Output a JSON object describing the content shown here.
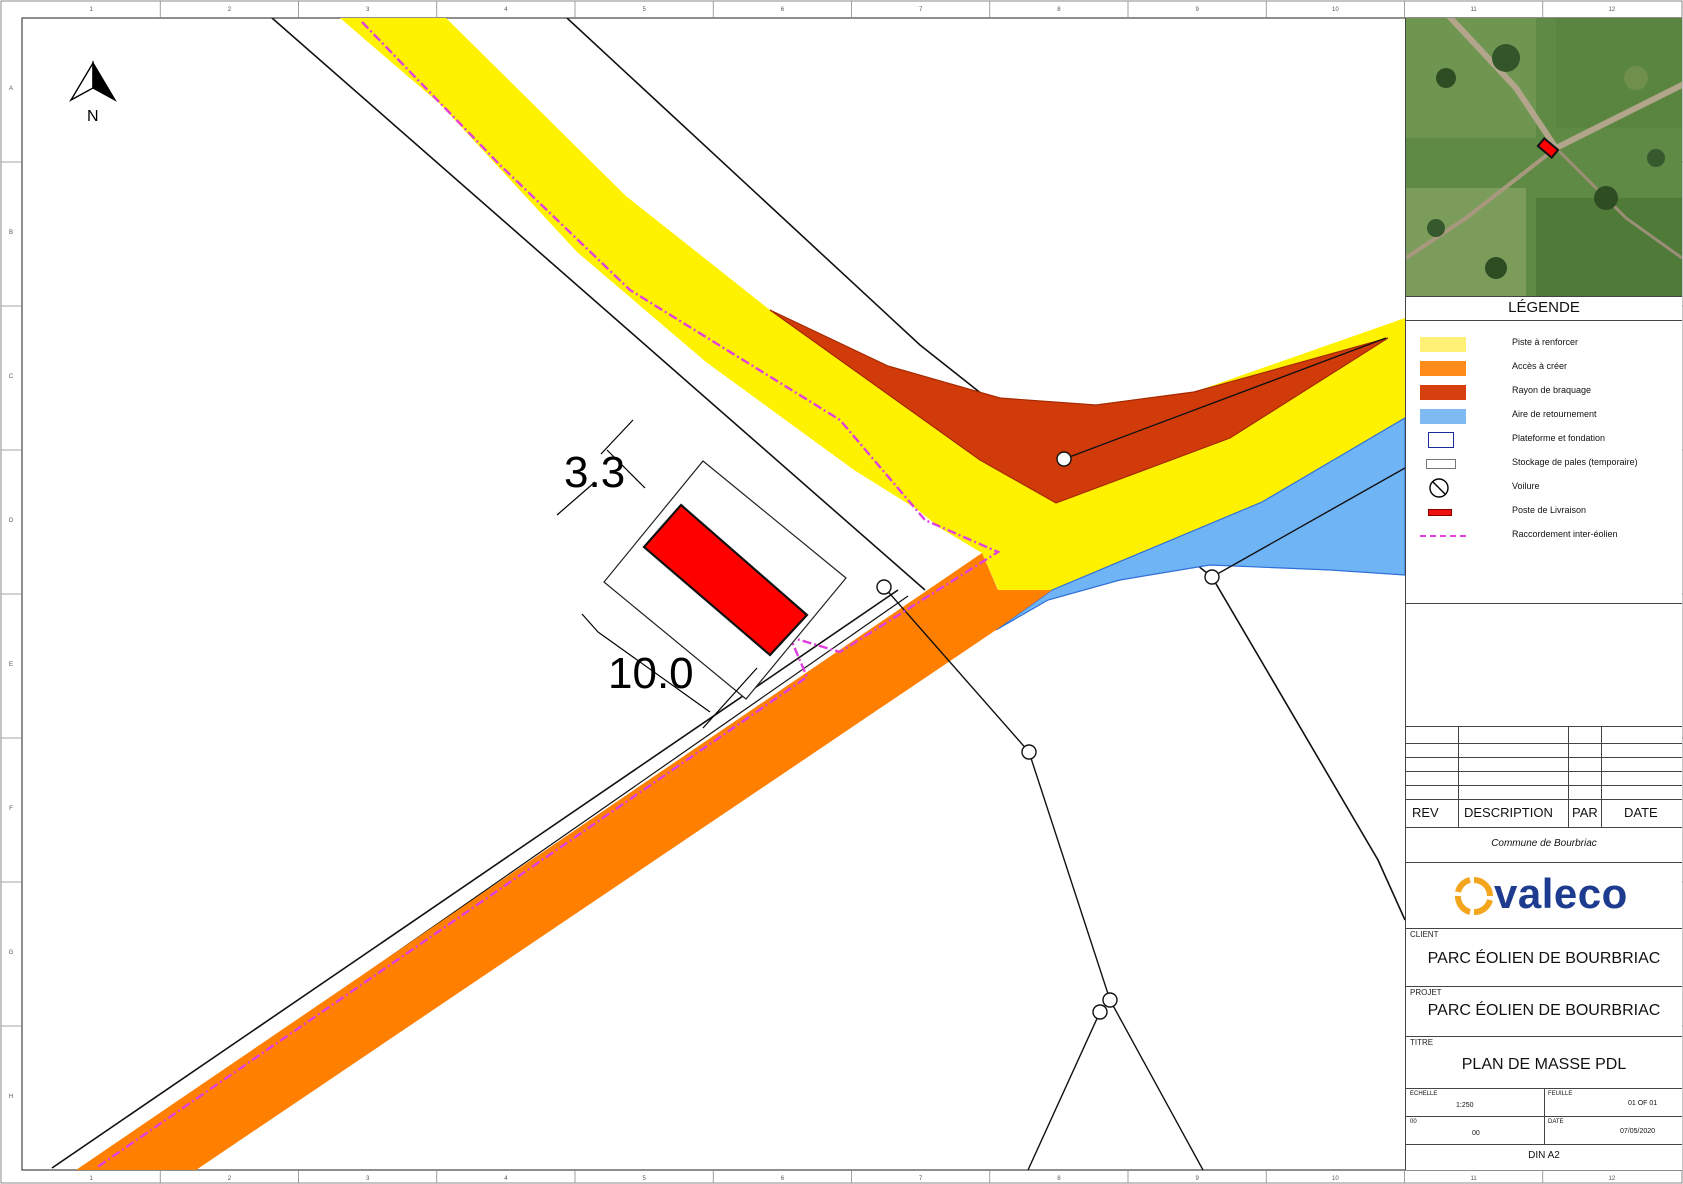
{
  "drawing": {
    "north_label": "N",
    "dimensions": {
      "width_label": "3.3",
      "length_label": "10.0"
    },
    "ruler": {
      "columns": [
        "1",
        "2",
        "3",
        "4",
        "5",
        "6",
        "7",
        "8",
        "9",
        "10",
        "11",
        "12"
      ],
      "rows": [
        "A",
        "B",
        "C",
        "D",
        "E",
        "F",
        "G",
        "H"
      ]
    },
    "colors": {
      "piste": "#fff200",
      "acces": "#ff7f00",
      "rayon": "#d13b0a",
      "aire": "#6fb4f5",
      "pdl": "#ff0000",
      "cable": "#e040e0"
    }
  },
  "legend": {
    "title": "LÉGENDE",
    "items": [
      {
        "label": "Piste à renforcer",
        "swatch": "yellow",
        "color": "#fff176"
      },
      {
        "label": "Accès à créer",
        "swatch": "orange",
        "color": "#ff8c1a"
      },
      {
        "label": "Rayon de braquage",
        "swatch": "red-brown",
        "color": "#d6400f"
      },
      {
        "label": "Aire de retournement",
        "swatch": "light-blue",
        "color": "#7fbaf2"
      },
      {
        "label": "Plateforme et fondation",
        "swatch": "blue-outline-box",
        "color": "#1a2a9c"
      },
      {
        "label": "Stockage de pales (temporaire)",
        "swatch": "grey-outline-box",
        "color": "#777777"
      },
      {
        "label": "Voilure",
        "swatch": "circle-slash-icon",
        "color": "#000000"
      },
      {
        "label": "Poste de Livraison",
        "swatch": "red-bar",
        "color": "#ee1111"
      },
      {
        "label": "Raccordement inter-éolien",
        "swatch": "magenta-dashed",
        "color": "#e040e0"
      }
    ]
  },
  "revision_table": {
    "headers": [
      "REV",
      "DESCRIPTION",
      "PAR",
      "DATE"
    ]
  },
  "title_block": {
    "commune": "Commune de Bourbriac",
    "logo_text": "valeco",
    "client_label": "CLIENT",
    "client": "PARC ÉOLIEN DE BOURBRIAC",
    "projet_label": "PROJET",
    "projet": "PARC ÉOLIEN DE BOURBRIAC",
    "titre_label": "TITRE",
    "titre": "PLAN DE MASSE PDL",
    "echelle_label": "ECHELLE",
    "echelle": "1:250",
    "feuille_label": "FEUILLE",
    "feuille": "01 OF 01",
    "rev_label": "00",
    "rev": "00",
    "date_label": "DATE",
    "date": "07/05/2020",
    "format": "DIN A2"
  }
}
